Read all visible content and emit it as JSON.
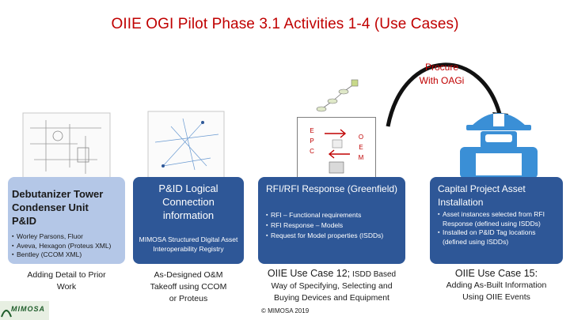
{
  "title": "OIIE OGI Pilot Phase 3.1 Activities 1-4 (Use Cases)",
  "procure": {
    "line1": "Procure",
    "line2": "With OAGi"
  },
  "epc": {
    "left": [
      "E",
      "P",
      "C"
    ],
    "right": [
      "O",
      "E",
      "M"
    ]
  },
  "card_pid": {
    "heading": "Debutanizer Tower Condenser Unit P&ID",
    "bullets": [
      "Worley Parsons, Fluor",
      "Aveva, Hexagon (Proteus XML)",
      "Bentley (CCOM XML)"
    ]
  },
  "card_logical": {
    "heading": "P&ID Logical Connection information",
    "sub": "MIMOSA Structured Digital Asset Interoperability Registry"
  },
  "card_rfi": {
    "heading": "RFI/RFI Response (Greenfield)",
    "bullets": [
      "RFI – Functional requirements",
      "RFI Response – Models",
      "Request for Model properties (ISDDs)"
    ]
  },
  "card_capital": {
    "heading": "Capital Project Asset Installation",
    "bullets": [
      "Asset instances selected from RFI Response (defined using ISDDs)",
      "Installed on P&ID Tag locations (defined using ISDDs)"
    ]
  },
  "below": {
    "pid": {
      "line1": "Adding Detail to Prior",
      "line2": "Work"
    },
    "logical": {
      "line1": "As-Designed O&M",
      "line2": "Takeoff using CCOM",
      "line3": "or Proteus"
    },
    "rfi": {
      "uc": "OIIE Use Case 12;",
      "based": "ISDD Based",
      "line2": "Way of Specifying, Selecting and",
      "line3": "Buying Devices and Equipment"
    },
    "capital": {
      "uc": "OIIE Use Case 15:",
      "line2": "Adding As-Built Information",
      "line3": "Using OIIE Events"
    }
  },
  "footer": "© MIMOSA 2019",
  "logo_text": "MIMOSA",
  "colors": {
    "title": "#c00000",
    "card_dark": "#2e5797",
    "card_light": "#b4c7e7",
    "robot": "#3a8fd6"
  }
}
